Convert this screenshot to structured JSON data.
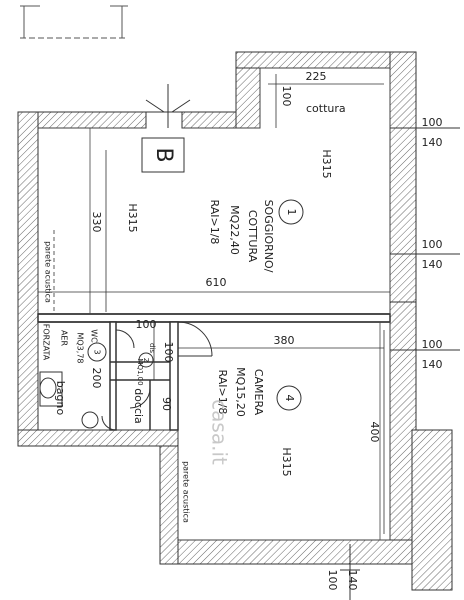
{
  "rooms": {
    "soggiorno": {
      "number": "1",
      "name_line1": "SOGGIORNO/",
      "name_line2": "COTTURA",
      "area": "MQ22,40",
      "rai": "RAI>1/8",
      "height": "H315"
    },
    "camera": {
      "number": "4",
      "name": "CAMERA",
      "area": "MQ15,20",
      "rai": "RAI>1/8",
      "height": "H315"
    },
    "bagno": {
      "number": "3",
      "name": "bagno",
      "label_wc": "WC",
      "area": "MQ3,78",
      "aer": "AER",
      "forzata": "FORZATA"
    },
    "disimpegno": {
      "number": "2",
      "label": "dis",
      "area": "MQ1,00"
    },
    "cottura_label": "cottura",
    "doccia_label": "doccia",
    "soggiorno_height": "H315",
    "stair_letter": "B"
  },
  "annotations": {
    "parete_acustica_left": "parete acustica",
    "parete_acustica_bottom": "parete acustica",
    "watermark": "casa.it"
  },
  "dimensions": {
    "d225": "225",
    "d100_top": "100",
    "d330": "330",
    "d610": "610",
    "d380": "380",
    "d400": "400",
    "d100_mid": "100",
    "d100_door": "100",
    "d200": "200",
    "d90": "90",
    "win1_top": "100",
    "win1_bot": "140",
    "win2_top": "100",
    "win2_bot": "140",
    "win3_top": "100",
    "win3_bot": "140",
    "win4_top": "100",
    "win4_bot": "140"
  }
}
